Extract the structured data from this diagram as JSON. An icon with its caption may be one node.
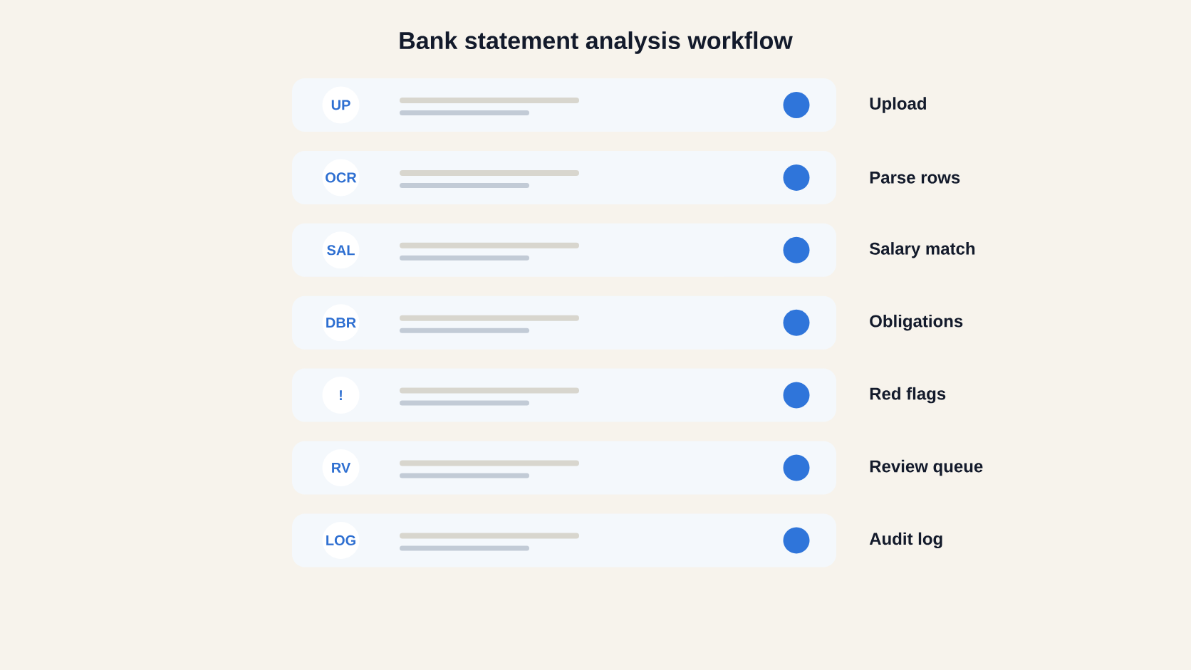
{
  "diagram": {
    "title": "Bank statement analysis workflow",
    "nodes": [
      {
        "text": [],
        "shape": "box",
        "beside": [
          "Upload"
        ]
      },
      {
        "text": [
          "UP"
        ],
        "in": 0
      },
      {
        "text": [],
        "shape": "box",
        "beside": [
          "Parse rows"
        ]
      },
      {
        "text": [
          "OCR"
        ],
        "in": 2
      },
      {
        "text": [],
        "shape": "box",
        "beside": [
          "Salary match"
        ]
      },
      {
        "text": [
          "SAL"
        ],
        "in": 4
      },
      {
        "text": [],
        "shape": "box",
        "beside": [
          "Obligations"
        ]
      },
      {
        "text": [
          "DBR"
        ],
        "in": 6
      },
      {
        "text": [],
        "shape": "box",
        "beside": [
          "Red flags"
        ]
      },
      {
        "text": [
          "!"
        ],
        "in": 8
      },
      {
        "text": [],
        "shape": "box",
        "beside": [
          "Review queue"
        ]
      },
      {
        "text": [
          "RV"
        ],
        "in": 10
      },
      {
        "text": [],
        "shape": "box",
        "beside": [
          "Audit log"
        ]
      },
      {
        "text": [
          "LOG"
        ],
        "in": 12
      }
    ]
  }
}
